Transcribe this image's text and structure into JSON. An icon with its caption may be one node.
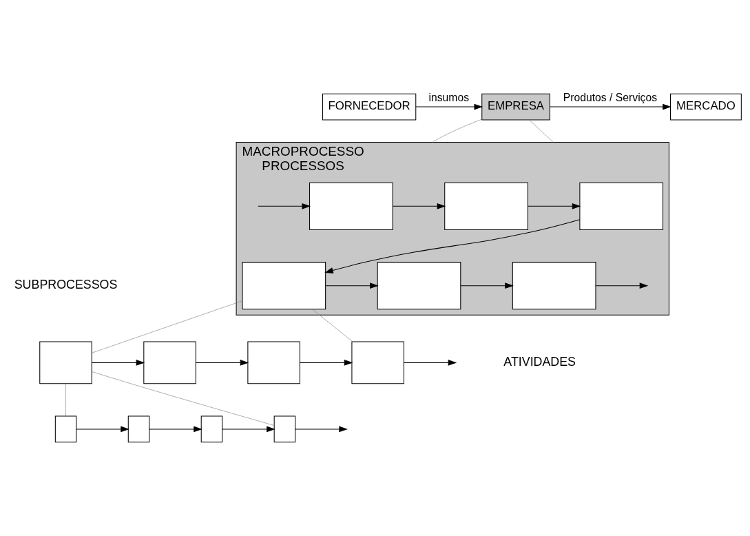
{
  "diagram": {
    "nodes": [
      {
        "text": [
          "FORNECEDOR"
        ]
      },
      {
        "text": [
          "EMPRESA"
        ]
      },
      {
        "text": [
          "MERCADO"
        ]
      },
      {
        "text": [
          "MACROPROCESSO",
          "PROCESSOS"
        ]
      },
      {
        "text": [],
        "shape": "box",
        "in": 3
      },
      {
        "text": [],
        "shape": "box",
        "in": 3
      },
      {
        "text": [],
        "shape": "box",
        "in": 3
      },
      {
        "text": [],
        "shape": "box",
        "in": 3
      },
      {
        "text": [],
        "shape": "box",
        "in": 3
      },
      {
        "text": [],
        "shape": "box",
        "in": 3
      },
      {
        "text": [],
        "shape": "box"
      },
      {
        "text": [],
        "shape": "box"
      },
      {
        "text": [],
        "shape": "box"
      },
      {
        "text": [],
        "shape": "box"
      },
      {
        "text": [],
        "shape": "box"
      },
      {
        "text": [],
        "shape": "box"
      },
      {
        "text": [],
        "shape": "box"
      },
      {
        "text": [],
        "shape": "box"
      }
    ],
    "edges": [
      {
        "from": 0,
        "to": 1,
        "arrow": "to",
        "label": "insumos"
      },
      {
        "from": 1,
        "to": 2,
        "arrow": "to",
        "label": "Produtos / Serviços"
      },
      {
        "from": 1,
        "to": 3,
        "arrow": "none",
        "color": "#808080"
      },
      {
        "from": 1,
        "to": 3,
        "arrow": "none",
        "color": "#808080"
      },
      {
        "from": null,
        "to": 4,
        "arrow": "to"
      },
      {
        "from": 4,
        "to": 5,
        "arrow": "to"
      },
      {
        "from": 5,
        "to": 6,
        "arrow": "to"
      },
      {
        "from": 6,
        "to": 7,
        "arrow": "to"
      },
      {
        "from": 7,
        "to": 8,
        "arrow": "to"
      },
      {
        "from": 8,
        "to": 9,
        "arrow": "to"
      },
      {
        "from": 9,
        "to": null,
        "arrow": "to"
      },
      {
        "from": 7,
        "to": 10,
        "arrow": "none",
        "color": "#808080"
      },
      {
        "from": 7,
        "to": 13,
        "arrow": "none",
        "color": "#808080"
      },
      {
        "from": 10,
        "to": 11,
        "arrow": "to"
      },
      {
        "from": 11,
        "to": 12,
        "arrow": "to"
      },
      {
        "from": 12,
        "to": 13,
        "arrow": "to"
      },
      {
        "from": 13,
        "to": null,
        "arrow": "to"
      },
      {
        "from": 10,
        "to": 14,
        "arrow": "none",
        "color": "#808080"
      },
      {
        "from": 10,
        "to": 17,
        "arrow": "none",
        "color": "#808080"
      },
      {
        "from": 14,
        "to": 15,
        "arrow": "to"
      },
      {
        "from": 15,
        "to": 16,
        "arrow": "to"
      },
      {
        "from": 16,
        "to": 17,
        "arrow": "to"
      },
      {
        "from": 17,
        "to": null,
        "arrow": "to"
      }
    ],
    "labels": [
      "SUBPROCESSOS",
      "ATIVIDADES"
    ]
  }
}
